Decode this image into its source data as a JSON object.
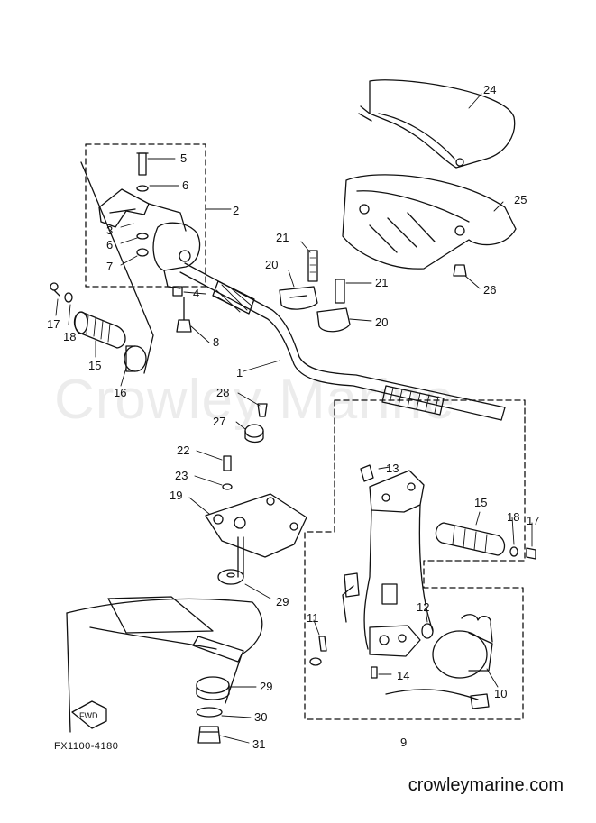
{
  "diagram": {
    "code": "FX1100-4180",
    "website": "crowleymarine.com",
    "watermark": "Crowley Marine",
    "fwd_label": "FWD",
    "callouts": [
      "1",
      "2",
      "3",
      "4",
      "5",
      "6",
      "6",
      "7",
      "8",
      "9",
      "10",
      "11",
      "12",
      "13",
      "14",
      "15",
      "15",
      "16",
      "17",
      "17",
      "18",
      "18",
      "19",
      "20",
      "20",
      "21",
      "21",
      "22",
      "23",
      "24",
      "25",
      "26",
      "27",
      "28",
      "29",
      "29",
      "30",
      "31"
    ]
  }
}
